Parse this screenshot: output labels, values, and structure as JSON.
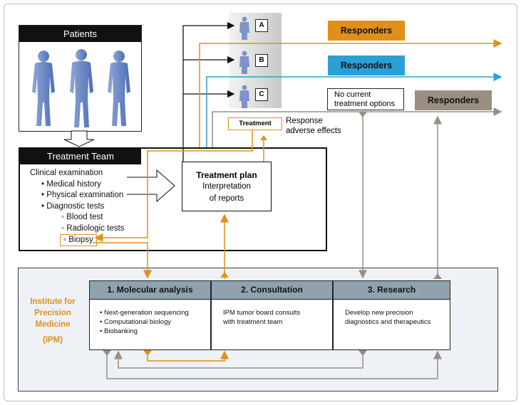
{
  "patients": {
    "title": "Patients"
  },
  "team": {
    "title": "Treatment Team",
    "clinical_exam": "Clinical examination",
    "items": [
      "Medical history",
      "Physical examination",
      "Diagnostic tests"
    ],
    "tests": [
      "Blood test",
      "Radiologic tests",
      "Biopsy"
    ]
  },
  "plan": {
    "title": "Treatment plan",
    "line1": "Interpretation",
    "line2": "of reports"
  },
  "groups": [
    "A",
    "B",
    "C"
  ],
  "responders": [
    "Responders",
    "Responders",
    "Responders"
  ],
  "no_current": {
    "line1": "No current",
    "line2": "treatment options"
  },
  "treatment": {
    "label": "Treatment",
    "response1": "Response",
    "response2": "adverse effects"
  },
  "ipm": {
    "label_lines": [
      "Institute for",
      "Precision",
      "Medicine",
      "(IPM)"
    ],
    "boxes": [
      {
        "title": "1. Molecular analysis",
        "bullets": [
          "Next-generation sequencing",
          "Computational biology",
          "Biobanking"
        ]
      },
      {
        "title": "2. Consultation",
        "lines": [
          "IPM tumor board consults",
          "with treatment team"
        ]
      },
      {
        "title": "3. Research",
        "lines": [
          "Develop new precision",
          "diagnostics and therapeutics"
        ]
      }
    ]
  },
  "colors": {
    "orange": "#e0901a",
    "blue": "#2b9fd6",
    "taupe": "#9a8e82",
    "dark": "#111111",
    "header_gray": "#8fa2b0"
  }
}
